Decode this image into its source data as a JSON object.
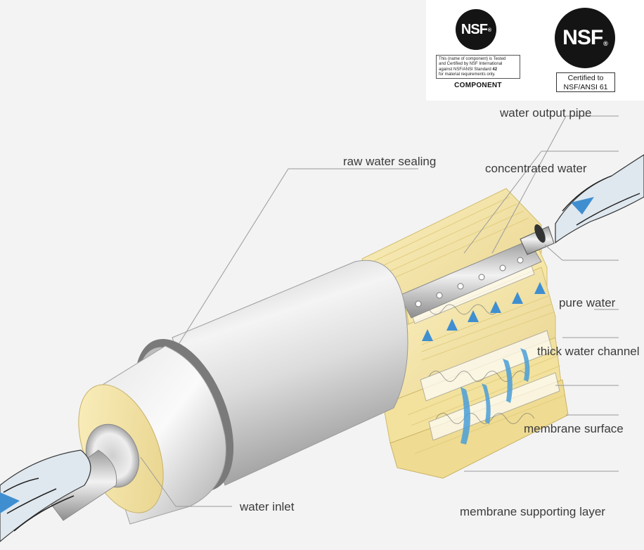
{
  "labels": {
    "water_output_pipe": "water output pipe",
    "raw_water_sealing": "raw water sealing",
    "concentrated_water": "concentrated water",
    "pure_water": "pure water",
    "thick_water_channel": "thick water channel",
    "membrane_surface": "membrane surface",
    "water_inlet": "water inlet",
    "membrane_supporting_layer": "membrane supporting layer"
  },
  "certifications": {
    "left": {
      "logo_text": "NSF",
      "statement_line1": "This (name of component) is Tested",
      "statement_line2": "and Certified by NSF International",
      "statement_line3_prefix": "against NSF/ANSI Standard ",
      "statement_standard": "42",
      "statement_line4": "for material requirements only.",
      "footer": "COMPONENT"
    },
    "right": {
      "logo_text": "NSF",
      "line1": "Certified to",
      "line2": "NSF/ANSI 61"
    }
  },
  "colors": {
    "membrane_yellow": "#f2e3a2",
    "cylinder_gray": "#d6d6d6",
    "water_blue": "#4a9fd9",
    "background": "#f3f3f3"
  }
}
